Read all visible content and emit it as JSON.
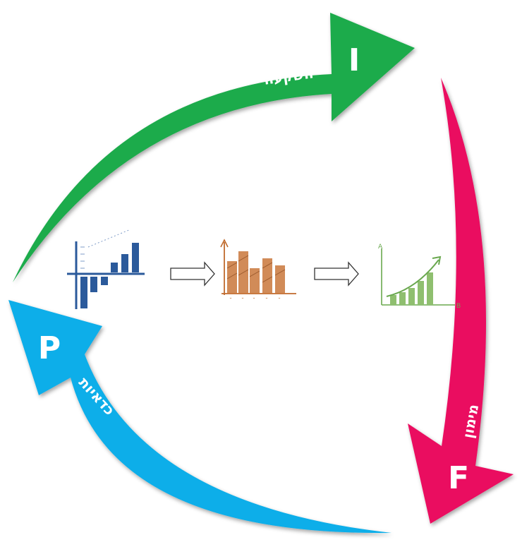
{
  "cycle": {
    "investment": {
      "letter": "I",
      "label": "השקעה",
      "color": "#1aab4b"
    },
    "financing": {
      "letter": "F",
      "label": "מימון",
      "color": "#ea1160"
    },
    "feasibility": {
      "letter": "P",
      "label": "כדאיות",
      "color": "#10aee9"
    }
  },
  "icons": [
    "waterfall-chart-icon",
    "hand-drawn-bar-chart-icon",
    "growth-chart-icon"
  ]
}
